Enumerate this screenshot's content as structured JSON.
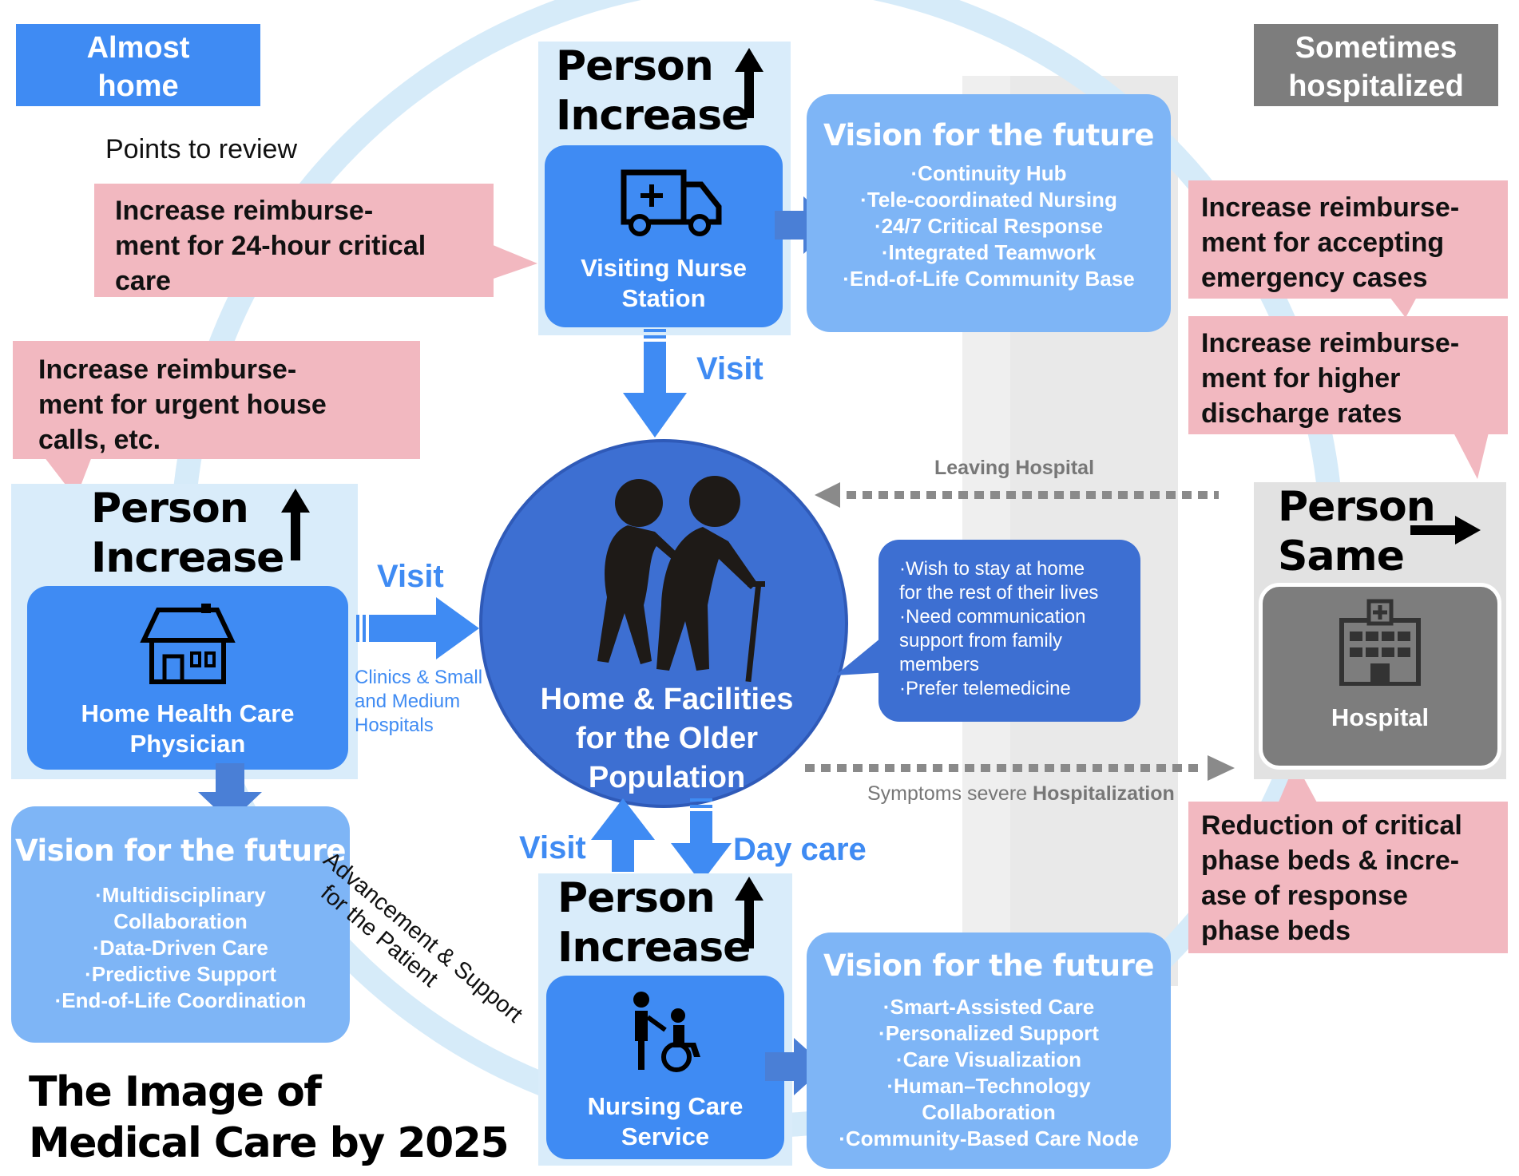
{
  "title": [
    "The Image of",
    "Medical Care by 2025"
  ],
  "left_tag": [
    "Almost",
    "home"
  ],
  "right_tag": [
    "Sometimes",
    "hospitalized"
  ],
  "points_to_review": "Points to review",
  "pink_notes": {
    "nurse": [
      "Increase reimburse-",
      "ment for 24-hour critical",
      "care"
    ],
    "physician": [
      "Increase reimburse-",
      "ment for urgent house",
      "calls, etc."
    ],
    "emergency": [
      "Increase reimburse-",
      "ment for accepting",
      "emergency cases"
    ],
    "discharge": [
      "Increase reimburse-",
      "ment for higher",
      "discharge rates"
    ],
    "beds": [
      "Reduction of critical",
      "phase beds & incre-",
      "ase of response",
      "phase beds"
    ]
  },
  "person_increase": [
    "Person",
    "Increase"
  ],
  "person_same": [
    "Person",
    "Same"
  ],
  "services": {
    "nurse": [
      "Visiting Nurse",
      "Station"
    ],
    "physician": [
      "Home Health Care",
      "Physician"
    ],
    "nursing": [
      "Nursing Care",
      "Service"
    ],
    "hospital": "Hospital"
  },
  "vision_title": "Vision for the future",
  "visions": {
    "nurse": [
      "·Continuity Hub",
      "·Tele-coordinated Nursing",
      "·24/7 Critical Response",
      "·Integrated Teamwork",
      "·End-of-Life Community Base"
    ],
    "physician": [
      "·Multidisciplinary",
      "Collaboration",
      "·Data-Driven Care",
      "·Predictive Support",
      "·End-of-Life Coordination"
    ],
    "nursing": [
      "·Smart-Assisted Care",
      "·Personalized Support",
      "·Care Visualization",
      "·Human–Technology",
      "Collaboration",
      "·Community-Based Care Node"
    ]
  },
  "visit_label": "Visit",
  "day_care_label": "Day care",
  "center": [
    "Home & Facilities",
    "for the Older",
    "Population"
  ],
  "clinics": [
    "Clinics & Small",
    "and Medium",
    "Hospitals"
  ],
  "wishes": [
    "·Wish to stay at home",
    "for the rest of their lives",
    "·Need communication",
    "support from family",
    "members",
    "·Prefer telemedicine"
  ],
  "leaving_hospital": "Leaving Hospital",
  "symptoms": "Symptoms severe",
  "hospitalization": "Hospitalization",
  "advancement": [
    "Advancement & Support",
    "for the Patient"
  ],
  "colors": {
    "blue": "#3f8bf3",
    "light_blue": "#7eb5f6",
    "pane": "#d9ecfa",
    "pink": "#f2b8c0",
    "gray": "#7d7d7d",
    "center": "#3d6fd2"
  }
}
